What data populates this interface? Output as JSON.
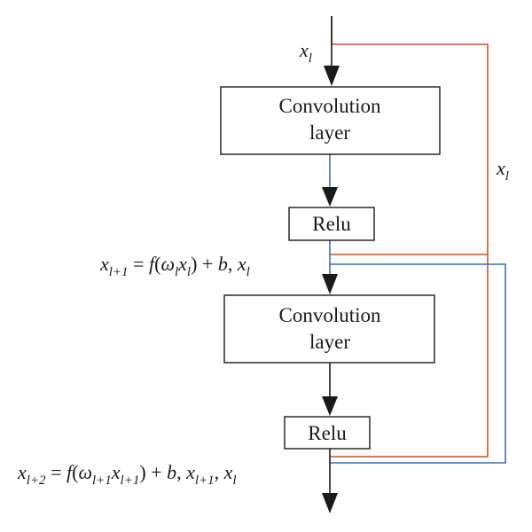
{
  "blocks": {
    "conv1_line1": "Convolution",
    "conv1_line2": "layer",
    "relu1": "Relu",
    "conv2_line1": "Convolution",
    "conv2_line2": "layer",
    "relu2": "Relu"
  },
  "labels": {
    "input_x": "x",
    "input_sub": "l",
    "skip_x": "x",
    "skip_sub": "l"
  },
  "eq1": {
    "x": "x",
    "x_sub": "l+1",
    "eq": " = ",
    "f": "f",
    "open": "(",
    "w": "ω",
    "w_sub": "l",
    "x2": "x",
    "x2_sub": "l",
    "close": ")",
    "plus": " + ",
    "b": "b",
    "comma": ", ",
    "x3": "x",
    "x3_sub": "l"
  },
  "eq2": {
    "x": "x",
    "x_sub": "l+2",
    "eq": " = ",
    "f": "f",
    "open": "(",
    "w": "ω",
    "w_sub": "l+1",
    "x2": "x",
    "x2_sub": "l+1",
    "close": ")",
    "plus": " + ",
    "b": "b",
    "comma1": ", ",
    "x3": "x",
    "x3_sub": "l+1",
    "comma2": ", ",
    "x4": "x",
    "x4_sub": "l"
  },
  "colors": {
    "skip_orange": "#c8502a",
    "skip_blue": "#3d6fb8",
    "main_black": "#1a1a1a"
  }
}
